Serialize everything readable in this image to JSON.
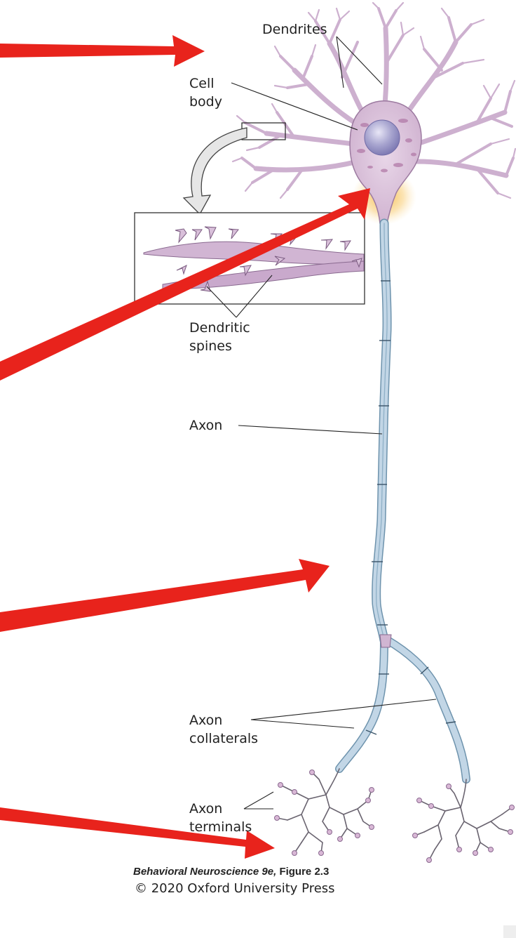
{
  "labels": {
    "dendrites": "Dendrites",
    "cell_body_line1": "Cell",
    "cell_body_line2": "body",
    "dendritic_spines_line1": "Dendritic",
    "dendritic_spines_line2": "spines",
    "axon": "Axon",
    "axon_collaterals_line1": "Axon",
    "axon_collaterals_line2": "collaterals",
    "axon_terminals_line1": "Axon",
    "axon_terminals_line2": "terminals"
  },
  "credit": {
    "book": "Behavioral Neuroscience 9e,",
    "figure": "Figure 2.3",
    "copyright": "© 2020 Oxford University Press"
  },
  "colors": {
    "arrow": "#e8231c",
    "neuron_fill": "#d6bcd6",
    "neuron_stroke": "#7a5a80",
    "nucleus": "#9d9ac6",
    "myelin": "#b9cfe0",
    "axon_hillock_glow": "#f5b73c",
    "inset_arrow": "#e6e6e6"
  },
  "icons": [
    "neuron-diagram",
    "red-pointer-arrow",
    "inset-curved-arrow"
  ]
}
